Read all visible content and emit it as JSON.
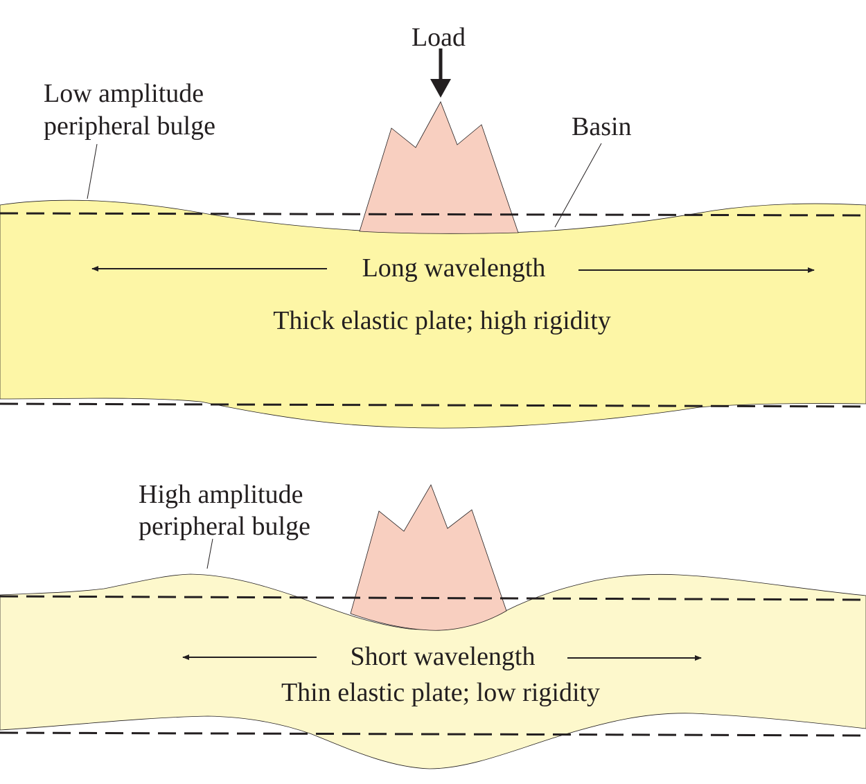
{
  "top_panel": {
    "load_label": "Load",
    "bulge_label_line1": "Low amplitude",
    "bulge_label_line2": "peripheral bulge",
    "basin_label": "Basin",
    "wavelength_label": "Long wavelength",
    "plate_label": "Thick elastic plate; high rigidity"
  },
  "bottom_panel": {
    "bulge_label_line1": "High amplitude",
    "bulge_label_line2": "peripheral bulge",
    "wavelength_label": "Short wavelength",
    "plate_label": "Thin elastic plate; low rigidity"
  },
  "colors": {
    "thick_plate": "#fdf6a6",
    "thin_plate": "#fdf8cc",
    "load": "#f8cfc0",
    "ink": "#231f20"
  }
}
